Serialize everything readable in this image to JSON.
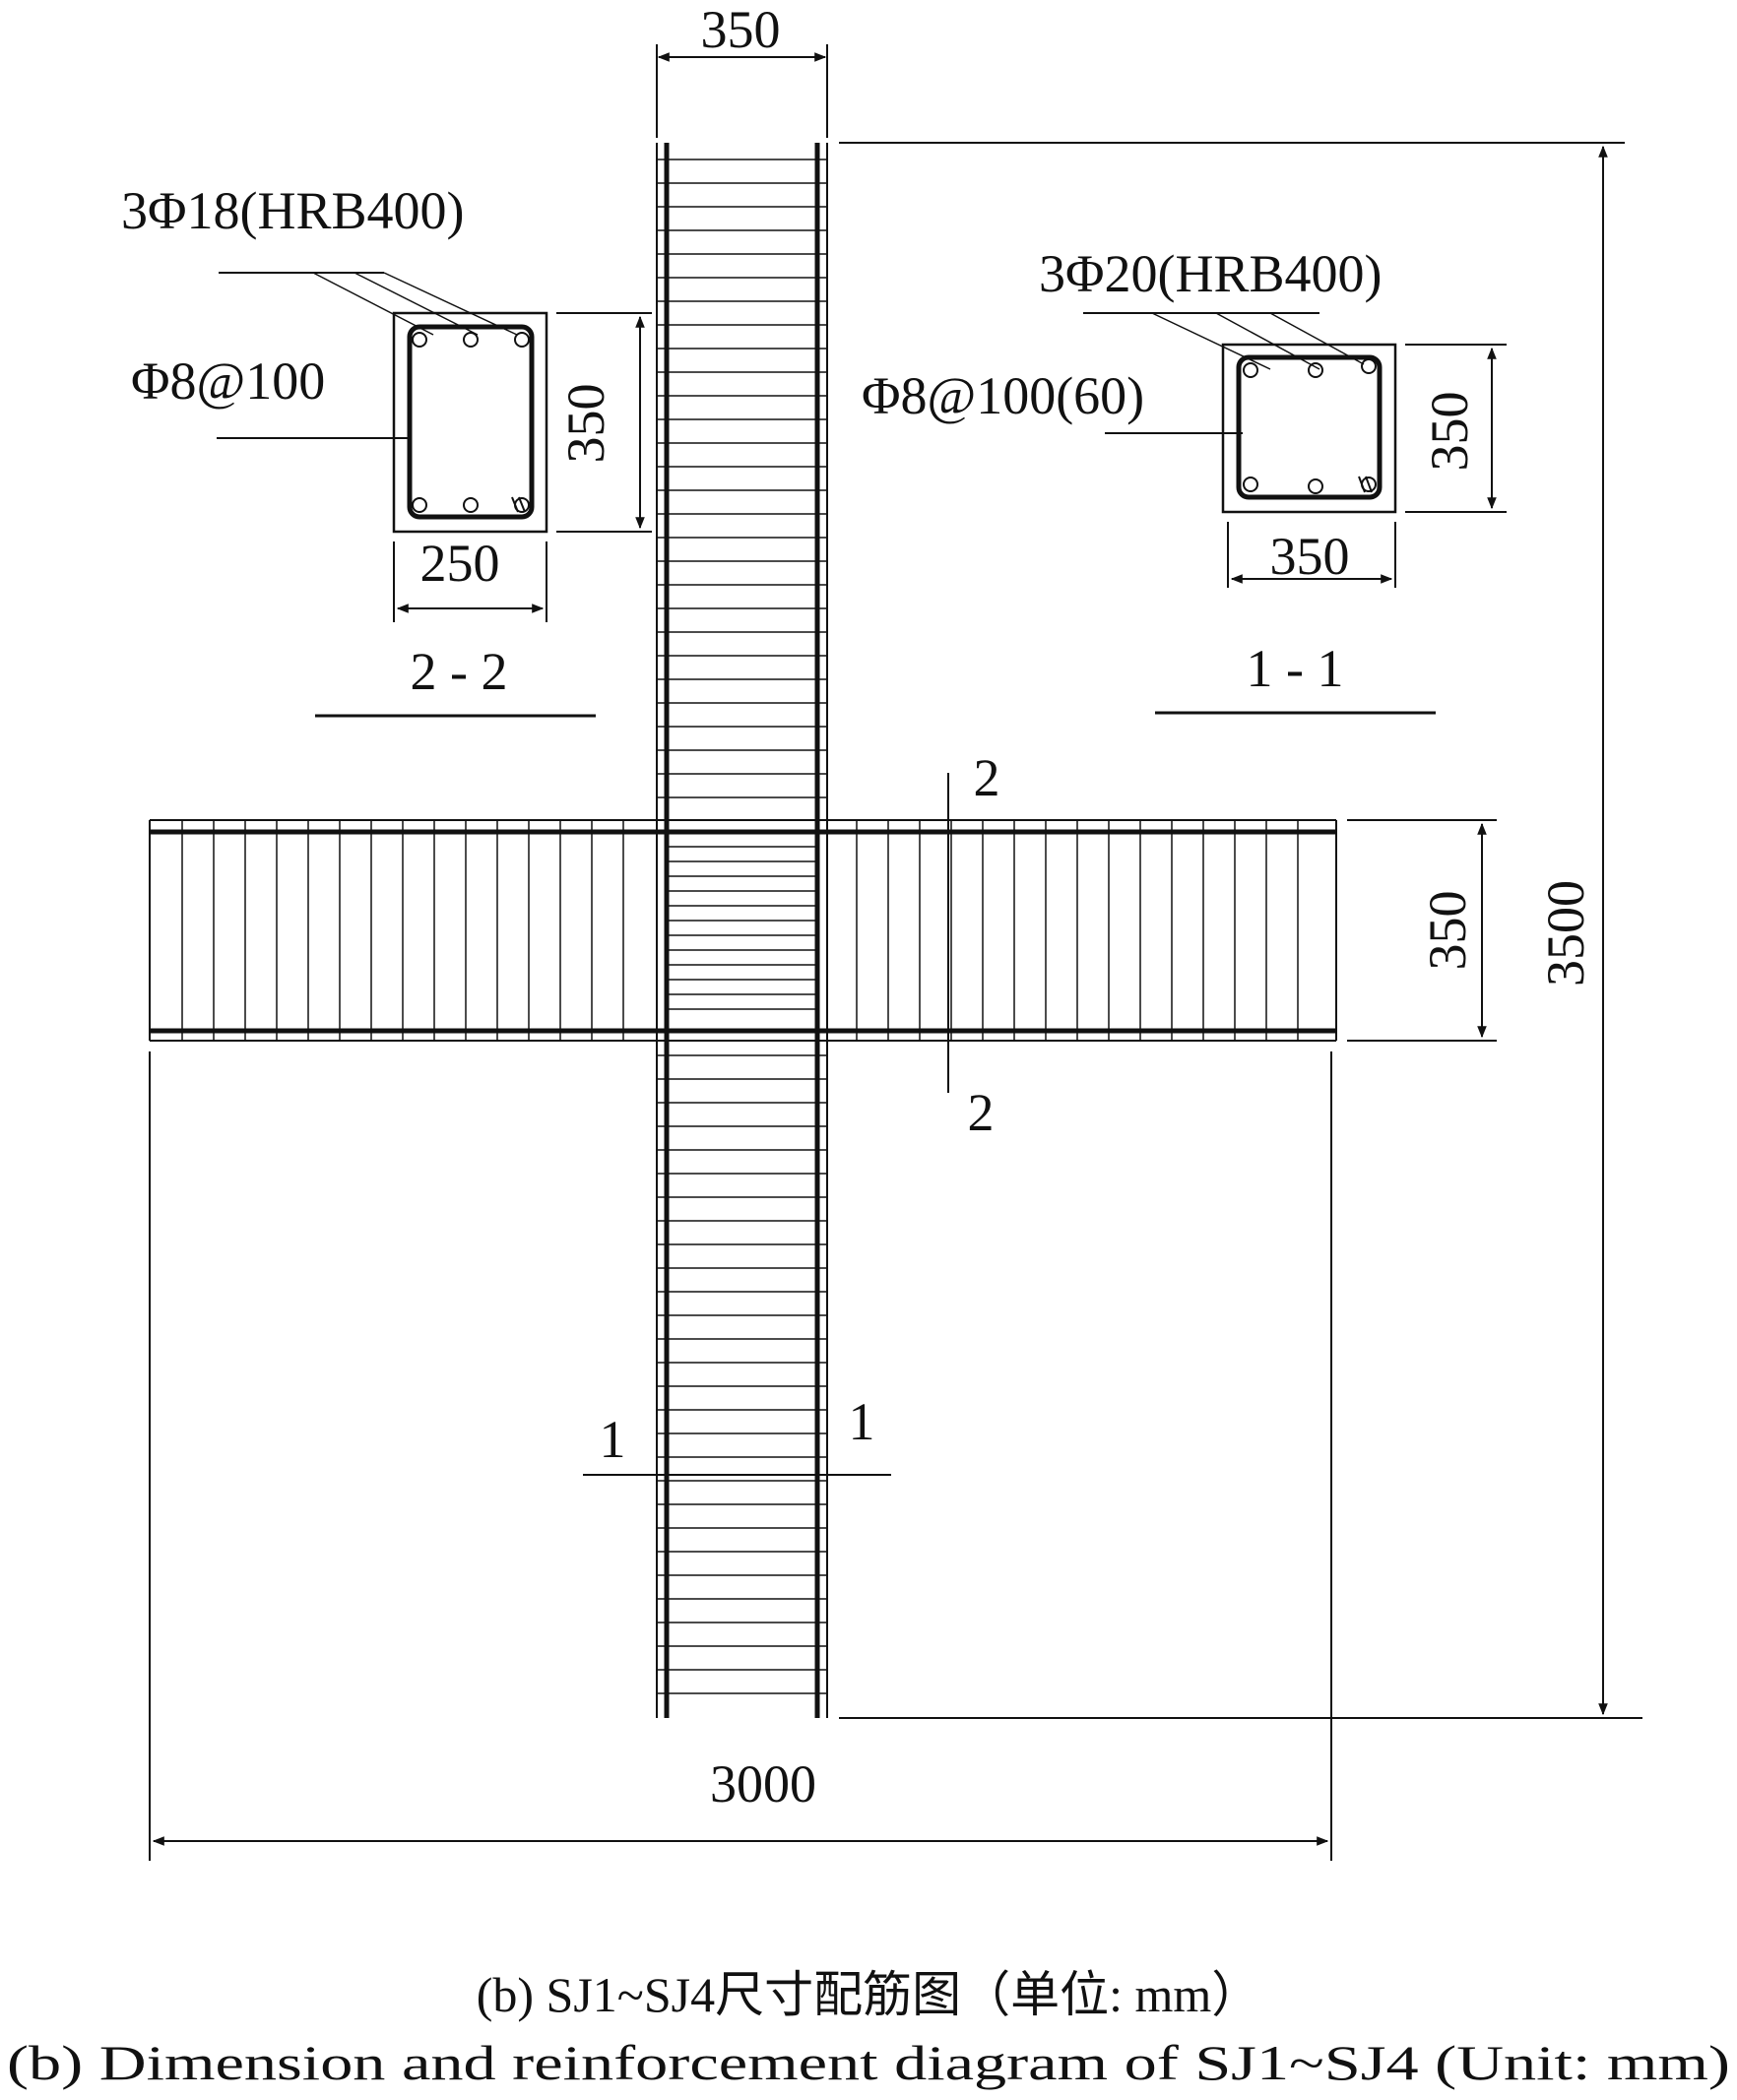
{
  "dimensions": {
    "column_width_top": "350",
    "column_height": "3500",
    "beam_span": "3000",
    "beam_depth": "350",
    "section22_height": "350",
    "section22_width": "250",
    "section11_height": "350",
    "section11_width": "350"
  },
  "section_2_2": {
    "title": "2 - 2",
    "longitudinal_bars": "3Φ18(HRB400)",
    "stirrups": "Φ8@100"
  },
  "section_1_1": {
    "title": "1 - 1",
    "longitudinal_bars": "3Φ20(HRB400)",
    "stirrups": "Φ8@100(60)"
  },
  "cut_marks": {
    "beam_cut_top": "2",
    "beam_cut_bottom": "2",
    "column_cut_left": "1",
    "column_cut_right": "1"
  },
  "caption": {
    "chinese": "(b)  SJ1~SJ4尺寸配筋图（单位: mm）",
    "english": "(b)  Dimension and reinforcement diagram of SJ1~SJ4 (Unit: mm)"
  }
}
